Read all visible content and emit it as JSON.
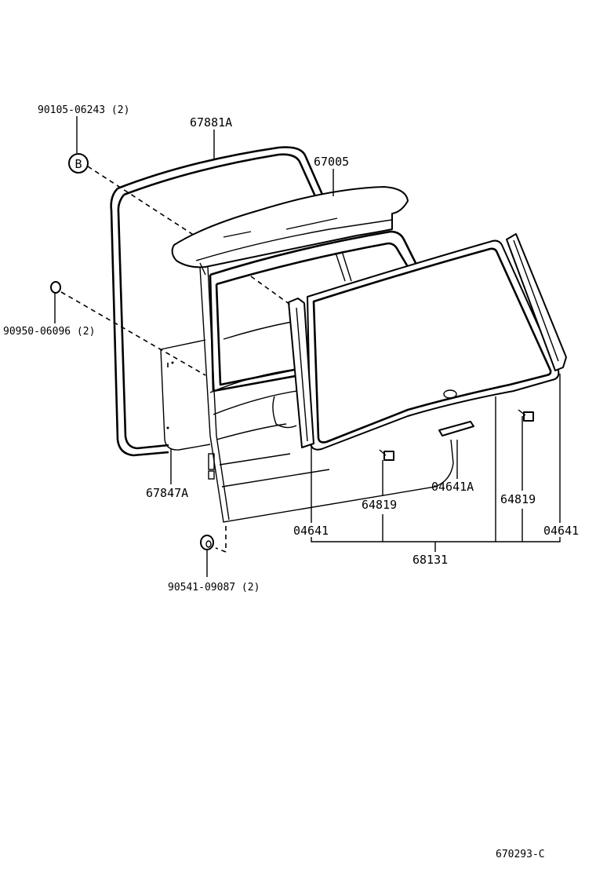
{
  "labels": {
    "bolt_b": "90105-06243 (2)",
    "weatherstrip": "67881A",
    "spoiler": "67005",
    "plug": "90950-06096 (2)",
    "trim_board": "67847A",
    "cushion": "90541-09087 (2)",
    "dam_left": "04641",
    "clip_left": "64819",
    "dam_center": "04641A",
    "clip_right": "64819",
    "dam_right": "04641",
    "glass_assy": "68131",
    "ref_circle": "B",
    "figure_code": "670293-C"
  }
}
